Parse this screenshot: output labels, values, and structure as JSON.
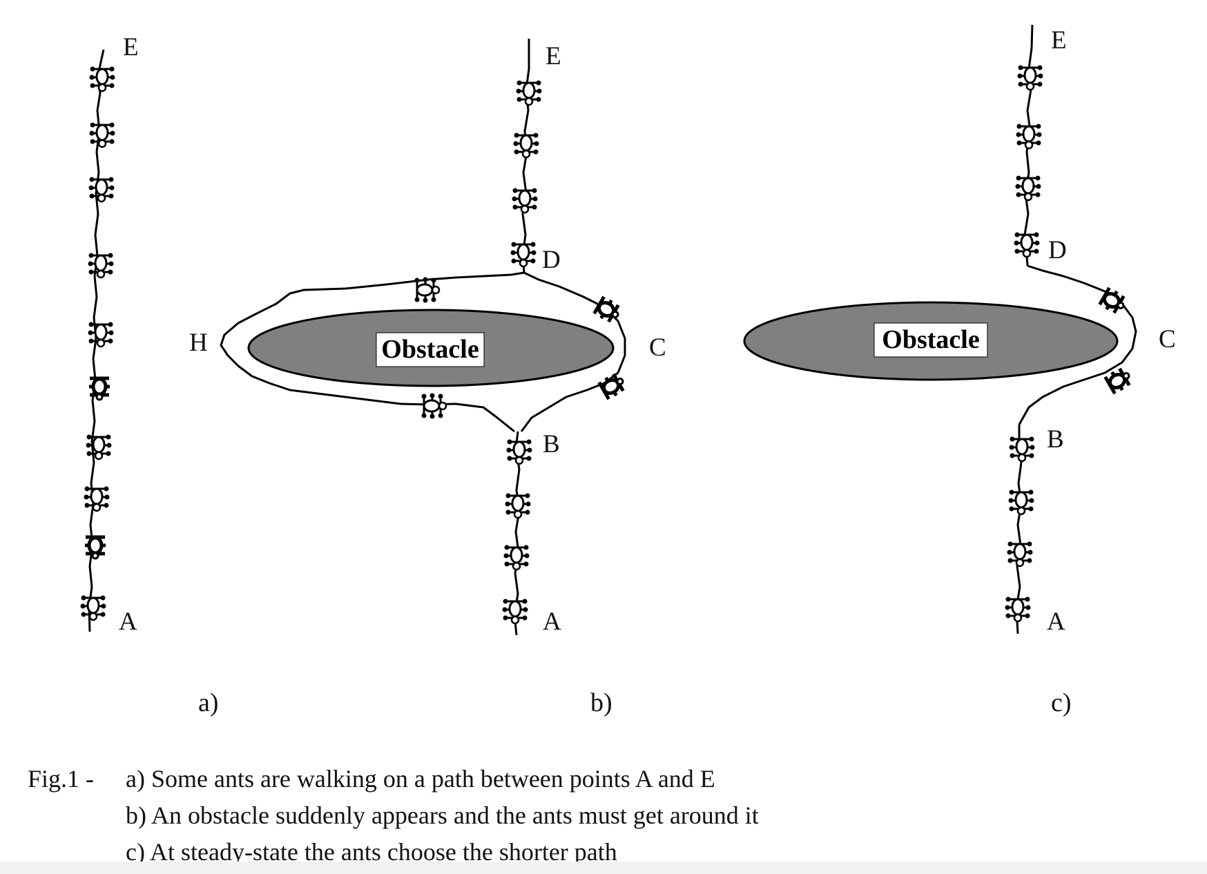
{
  "figure": {
    "panels": [
      {
        "id": "a",
        "label": "a)",
        "points": [
          "E",
          "A"
        ]
      },
      {
        "id": "b",
        "label": "b)",
        "obstacle_label": "Obstacle",
        "points": [
          "E",
          "D",
          "H",
          "C",
          "B",
          "A"
        ]
      },
      {
        "id": "c",
        "label": "c)",
        "obstacle_label": "Obstacle",
        "points": [
          "E",
          "D",
          "C",
          "B",
          "A"
        ]
      }
    ],
    "colors": {
      "obstacle_fill": "#808080",
      "line": "#000000",
      "background": "#ffffff"
    }
  },
  "caption": {
    "prefix": "Fig.1 -",
    "lines": [
      "a) Some ants are walking on a path between points A and E",
      "b) An obstacle suddenly appears and the ants must get around it",
      "c) At steady-state the ants choose the shorter path"
    ]
  }
}
